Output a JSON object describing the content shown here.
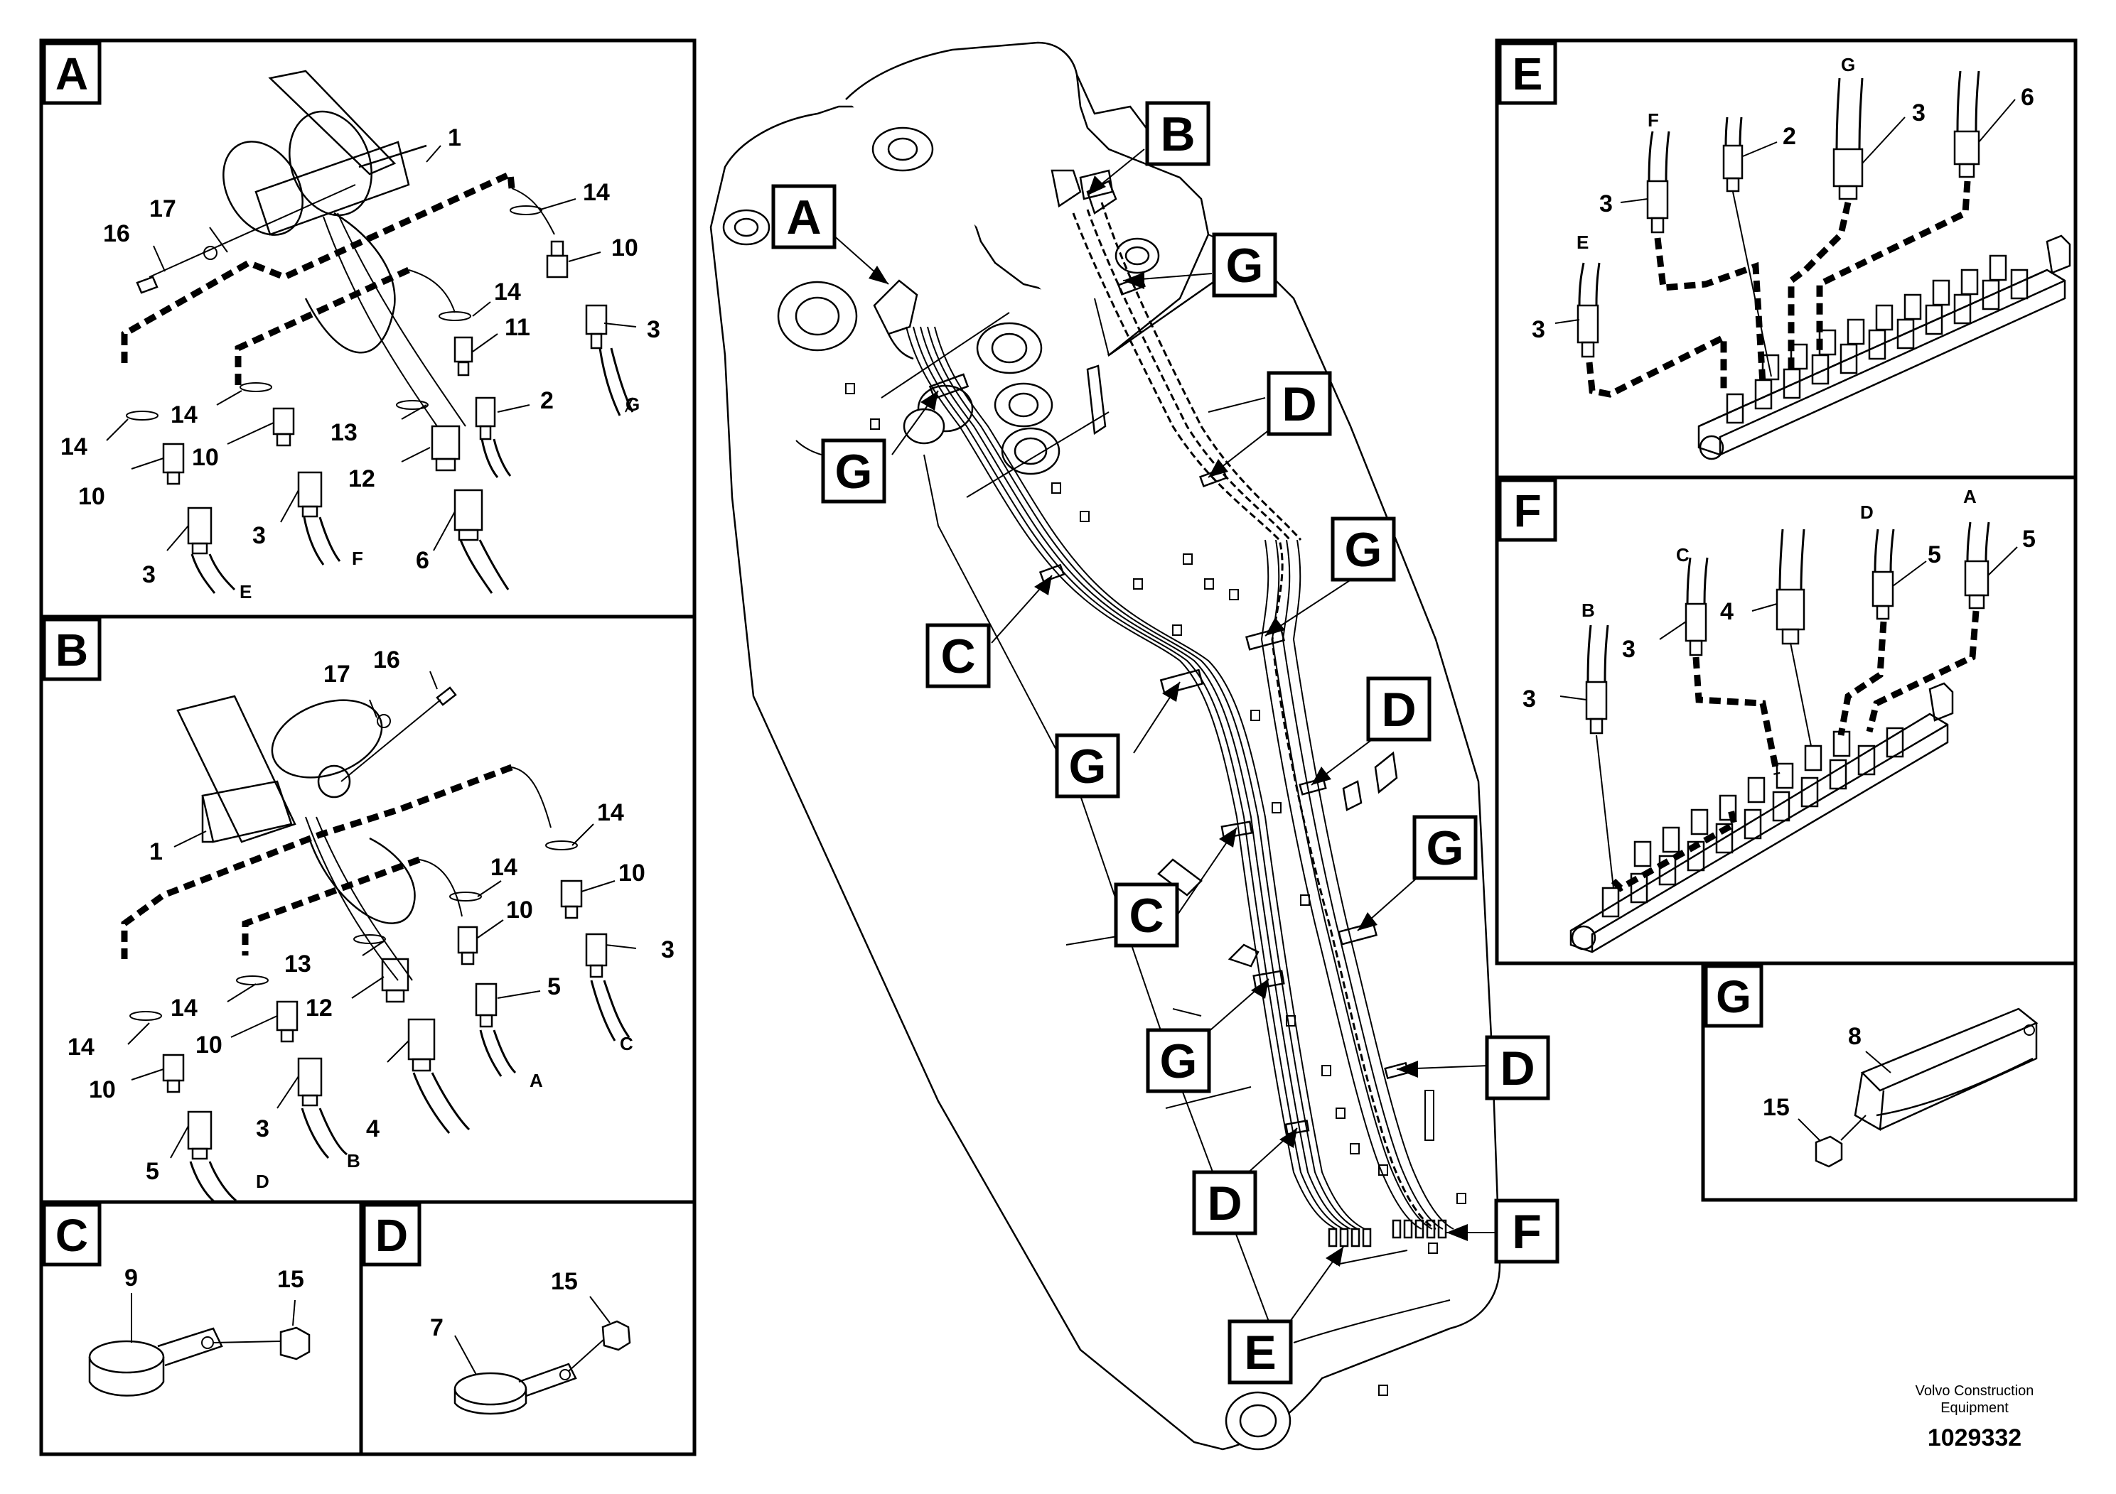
{
  "panels": {
    "A": {
      "letter": "A",
      "labels": [
        "1",
        "17",
        "16",
        "14",
        "10",
        "14",
        "11",
        "3",
        "2",
        "G",
        "14",
        "14",
        "10",
        "10",
        "13",
        "12",
        "3",
        "3",
        "6",
        "F",
        "E"
      ]
    },
    "B": {
      "letter": "B",
      "labels": [
        "16",
        "17",
        "1",
        "14",
        "10",
        "14",
        "10",
        "13",
        "14",
        "12",
        "5",
        "3",
        "10",
        "14",
        "10",
        "3",
        "4",
        "A",
        "C",
        "5",
        "B",
        "D"
      ]
    },
    "C": {
      "letter": "C",
      "labels": [
        "9",
        "15"
      ]
    },
    "D": {
      "letter": "D",
      "labels": [
        "15",
        "7"
      ]
    },
    "E": {
      "letter": "E",
      "labels": [
        "G",
        "F",
        "2",
        "3",
        "6",
        "3",
        "E",
        "3"
      ]
    },
    "F": {
      "letter": "F",
      "labels": [
        "D",
        "A",
        "C",
        "5",
        "5",
        "B",
        "4",
        "3",
        "3"
      ]
    },
    "G": {
      "letter": "G",
      "labels": [
        "8",
        "15"
      ]
    }
  },
  "callouts": [
    "A",
    "B",
    "G",
    "D",
    "G",
    "C",
    "G",
    "D",
    "G",
    "C",
    "G",
    "D",
    "G",
    "D",
    "F",
    "E"
  ],
  "footer": {
    "brand_line1": "Volvo Construction",
    "brand_line2": "Equipment",
    "doc_number": "1029332"
  }
}
